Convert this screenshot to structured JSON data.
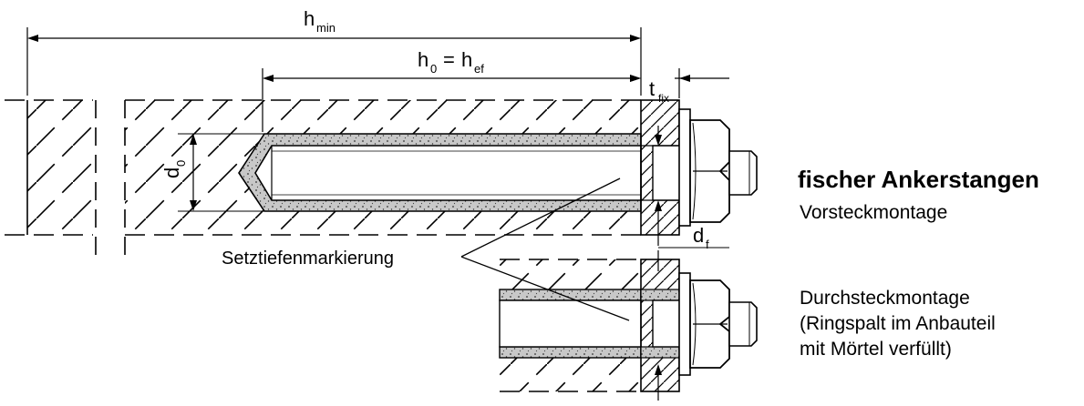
{
  "dimensions": {
    "h_min": {
      "symbol": "h",
      "subscript": "min"
    },
    "h0_hef": {
      "symbol_left": "h",
      "subscript_left": "0",
      "equals": "=",
      "symbol_right": "h",
      "subscript_right": "ef"
    },
    "t_fix": {
      "symbol": "t",
      "subscript": "fix"
    },
    "d0": {
      "symbol": "d",
      "subscript": "0"
    },
    "df": {
      "symbol": "d",
      "subscript": "f"
    }
  },
  "labels": {
    "setting_depth_marking": "Setztiefenmarkierung"
  },
  "product": {
    "title": "fischer Ankerstangen",
    "variant_1": "Vorsteckmontage",
    "variant_2_line1": "Durchsteckmontage",
    "variant_2_line2": "(Ringspalt im Anbauteil",
    "variant_2_line3": "mit Mörtel verfüllt)"
  },
  "colors": {
    "line": "#000000",
    "mortar_fill": "#c8c8c8",
    "background": "#ffffff"
  }
}
